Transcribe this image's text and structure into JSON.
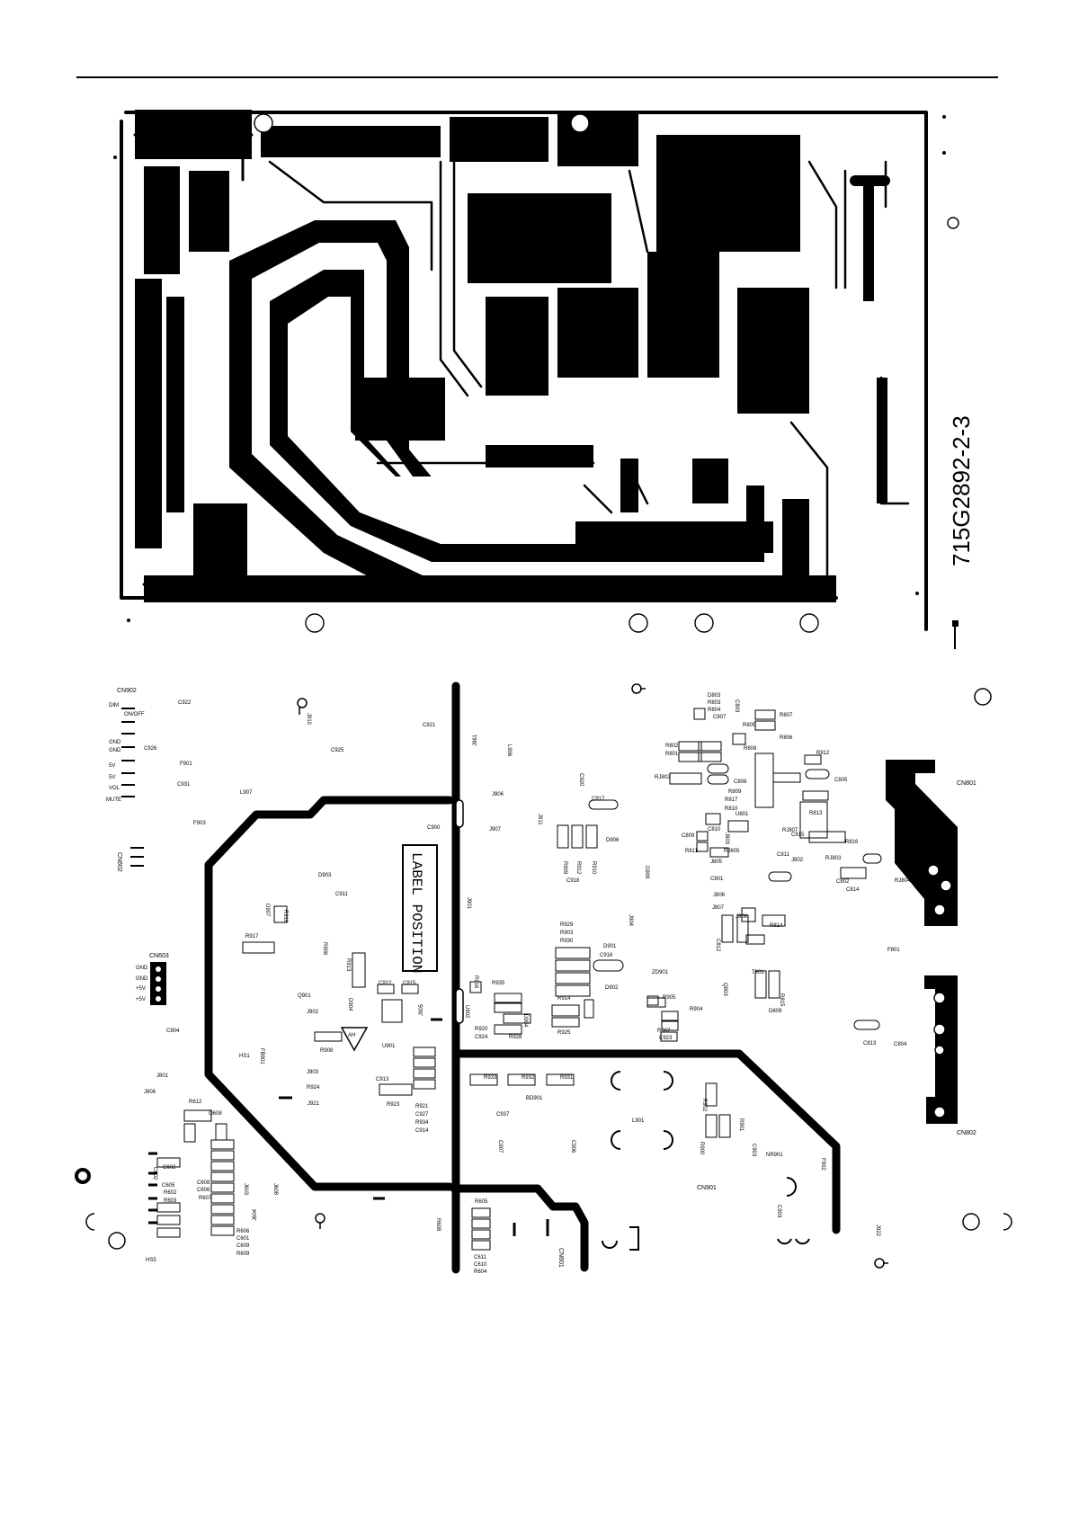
{
  "board_code": "715G2892-2-3",
  "label_position": "LABEL POSITION",
  "connectors": {
    "cn902": "CN902",
    "cn902_pins": [
      "DIM",
      "ON/OFF",
      "GND",
      "GND",
      "5V",
      "5V",
      "VOL",
      "MUTE"
    ],
    "cn603": "CN603",
    "cn603_pins": [
      "GND",
      "GND",
      "+5V",
      "+5V"
    ],
    "cn801": "CN801",
    "cn802": "CN802",
    "cn601": "CN601",
    "cn602": "CN602",
    "cn901": "CN901"
  },
  "components": [
    "C922",
    "J910",
    "C921",
    "C925",
    "C926",
    "F901",
    "C931",
    "L907",
    "F903",
    "C900",
    "J961",
    "L906",
    "J906",
    "J907",
    "J911",
    "C920",
    "C917",
    "D906",
    "R909",
    "R912",
    "R910",
    "C918",
    "D903",
    "C911",
    "D907",
    "R918",
    "R917",
    "R906",
    "R913",
    "D909",
    "J901",
    "J904",
    "R929",
    "R903",
    "R930",
    "D901",
    "C916",
    "D902",
    "C912",
    "C915",
    "Q901",
    "D904",
    "J905",
    "U902",
    "R916",
    "R935",
    "R914",
    "D904",
    "R925",
    "R920",
    "C924",
    "R928",
    "J902",
    "R908",
    "U901",
    "ZD901",
    "R905",
    "R907",
    "C923",
    "R904",
    "C904",
    "FB901",
    "HS1",
    "J903",
    "C913",
    "R924",
    "R923",
    "R921",
    "C927",
    "R934",
    "C914",
    "J921",
    "J801",
    "J906",
    "R612",
    "Q608",
    "R933",
    "R932",
    "R931",
    "BD901",
    "C937",
    "C907",
    "C906",
    "L901",
    "R902",
    "R901",
    "R900",
    "C903",
    "NR901",
    "F902",
    "C602",
    "C608",
    "C605",
    "R602",
    "R603",
    "R607",
    "J603",
    "J608",
    "C606",
    "J604",
    "R606",
    "C601",
    "C609",
    "R609",
    "HS5",
    "R605",
    "C611",
    "C610",
    "R604",
    "C602",
    "J922",
    "C903",
    "R608",
    "D803",
    "R803",
    "R804",
    "C807",
    "R805",
    "R807",
    "R806",
    "R802",
    "R801",
    "R808",
    "R812",
    "RJ802",
    "C808",
    "R809",
    "R817",
    "R810",
    "C810",
    "C809",
    "R811",
    "RJ805",
    "J805",
    "J803",
    "C811",
    "U801",
    "C805",
    "R813",
    "RJ807",
    "C815",
    "R816",
    "RJ803",
    "J802",
    "C802",
    "C814",
    "RJ804",
    "C801",
    "J806",
    "J807",
    "J808",
    "R814",
    "C812",
    "F801",
    "T801",
    "Q803",
    "R815",
    "C813",
    "C804",
    "C803",
    "D809",
    "C807"
  ]
}
